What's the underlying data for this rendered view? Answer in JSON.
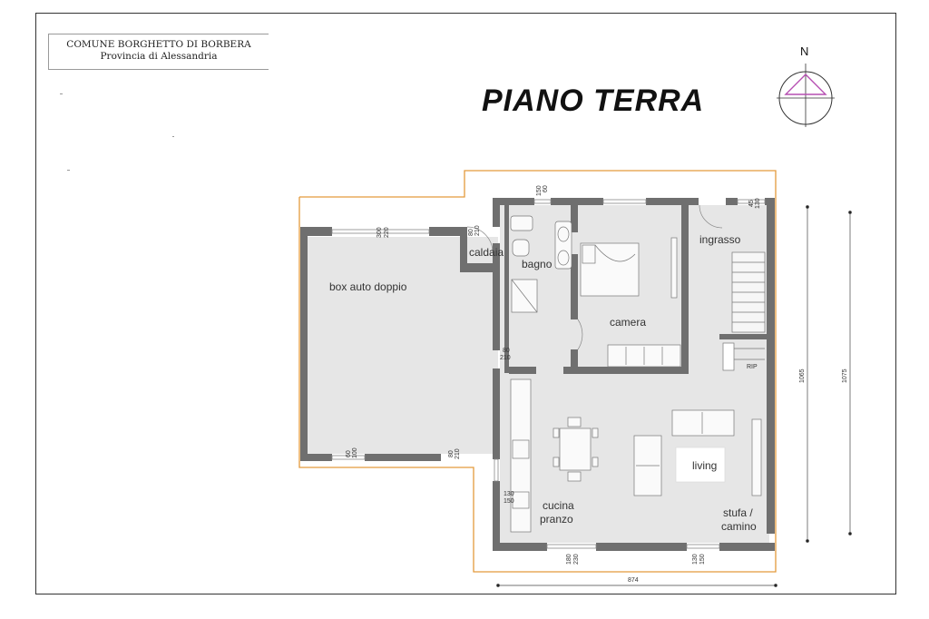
{
  "header": {
    "municipality": "COMUNE BORGHETTO DI BORBERA",
    "province": "Provincia di Alessandria"
  },
  "plan": {
    "title": "PIANO TERRA",
    "north": "N"
  },
  "rooms": {
    "garage": "box auto doppio",
    "boiler": "caldaia",
    "bathroom": "bagno",
    "bedroom": "camera",
    "entrance": "ingrasso",
    "living": "living",
    "kitchen_1": "cucina",
    "kitchen_2": "pranzo",
    "stove_1": "stufa /",
    "stove_2": "camino",
    "storage": "RIP"
  },
  "dimensions": {
    "garage_door_a": "300",
    "garage_door_b": "220",
    "boiler_door_a": "80",
    "boiler_door_b": "210",
    "bath_window_a": "150",
    "bath_window_b": "60",
    "entry_window_a": "45",
    "entry_window_b": "130",
    "inner_door_a": "80",
    "inner_door_b": "210",
    "garage_window_a": "60",
    "garage_window_b": "100",
    "garage_door2_a": "80",
    "garage_door2_b": "210",
    "kitchen_window_a": "130",
    "kitchen_window_b": "150",
    "dining_window_a": "180",
    "dining_window_b": "230",
    "living_window_a": "130",
    "living_window_b": "150",
    "bottom_total": "874",
    "right_total_1": "1065",
    "right_total_2": "1075"
  }
}
